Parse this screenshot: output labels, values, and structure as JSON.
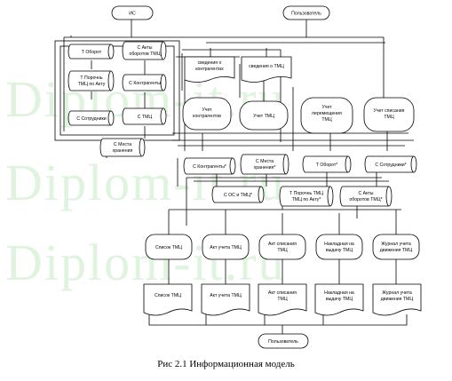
{
  "watermark": [
    "Diplom-it.ru",
    "Diplom-it.ru",
    "Diplom-it.ru"
  ],
  "terminals": {
    "top_left": "ИС",
    "top_right": "Пользователь",
    "bottom": "Пользователь"
  },
  "stores_left": {
    "t_oborot": "Т Оборот",
    "t_poroch": [
      "Т Порочнь",
      "ТМЦ по Акту"
    ],
    "s_sotr": "С Сотрудники"
  },
  "stores_mid": {
    "s_akty": [
      "С Акты",
      "оборотов ТМЦ"
    ],
    "s_kontragenty": "С Контрагенты",
    "s_tmc": "С ТМЦ",
    "s_mesta": [
      "С Места",
      "хранения"
    ]
  },
  "docs_top": {
    "doc_kontr": [
      "сведения о",
      "контрагентах"
    ],
    "doc_tmc": "сведения о ТМЦ"
  },
  "processes": {
    "p1": [
      "Учет",
      "контрагентов"
    ],
    "p2": "Учет ТМЦ",
    "p3": [
      "Учет",
      "перемещения",
      "ТМЦ"
    ],
    "p4": [
      "Учет списания",
      "ТМЦ"
    ]
  },
  "stores_row1": {
    "r1": "С Контрагенты*",
    "r2": [
      "С Места",
      "хранения*"
    ],
    "r3": "Т Оборот*",
    "r4": "С Сотрудники*"
  },
  "stores_row2": {
    "q1": "С ОС и ТМЦ*",
    "q2": [
      "Т Порочнь ТМЦ",
      "ТМЦ по Акту*"
    ],
    "q3": [
      "С Акты",
      "оборотов ТМЦ*"
    ]
  },
  "reports": {
    "rep1": "Список ТМЦ",
    "rep2": "Акт учета ТМЦ",
    "rep3": [
      "Акт списания",
      "ТМЦ"
    ],
    "rep4": [
      "Накладная на",
      "выдачу ТМЦ"
    ],
    "rep5": [
      "Журнал учета",
      "движения ТМЦ"
    ]
  },
  "outputs": {
    "out1": "Список ТМЦ",
    "out2": "Акт учета ТМЦ",
    "out3": [
      "Акт списания",
      "ТМЦ"
    ],
    "out4": [
      "Накладная на",
      "выдачу ТМЦ"
    ],
    "out5": [
      "Журнал учета",
      "движения ТМЦ"
    ]
  },
  "caption": "Рис 2.1 Информационная модель"
}
